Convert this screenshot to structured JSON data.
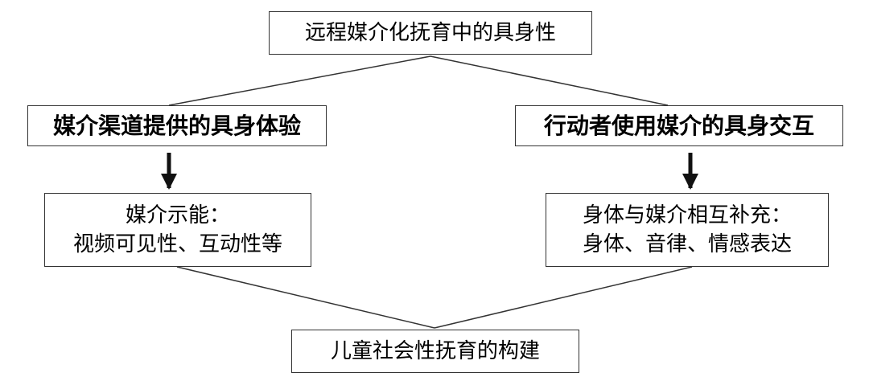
{
  "diagram": {
    "top": "远程媒介化抚育中的具身性",
    "left_main": "媒介渠道提供的具身体验",
    "right_main": "行动者使用媒介的具身交互",
    "left_detail": {
      "line1": "媒介示能：",
      "line2": "视频可见性、互动性等"
    },
    "right_detail": {
      "line1": "身体与媒介相互补充：",
      "line2": "身体、音律、情感表达"
    },
    "bottom": "儿童社会性抚育的构建"
  },
  "colors": {
    "line": "#333333",
    "arrow": "#111111",
    "border": "#333333"
  }
}
